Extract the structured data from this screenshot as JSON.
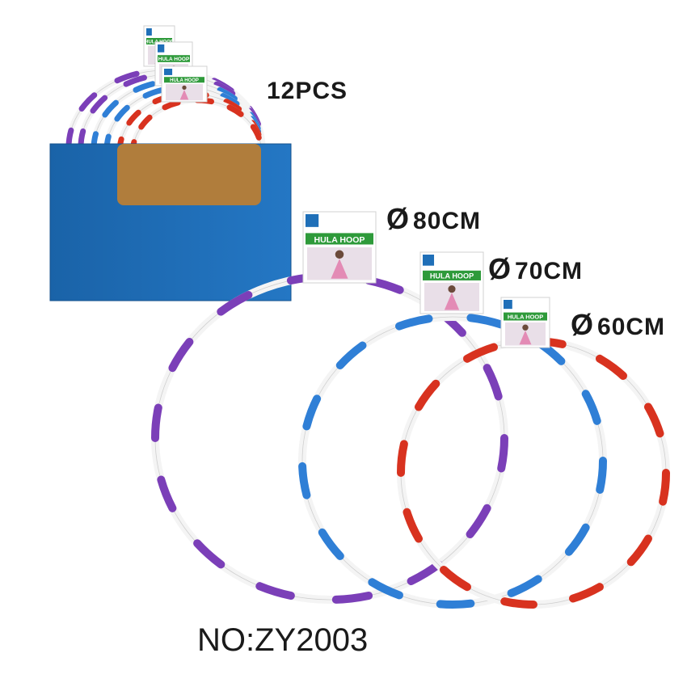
{
  "count_label": "12PCS",
  "model_number": "NO:ZY2003",
  "sizes": [
    {
      "diameter_label": "80CM",
      "stripe_color": "#7b3fb8"
    },
    {
      "diameter_label": "70CM",
      "stripe_color": "#2f7fd6"
    },
    {
      "diameter_label": "60CM",
      "stripe_color": "#d8321f"
    }
  ],
  "diameter_symbol": "Ø",
  "card_text": "HULA HOOP",
  "display_box_color": "#1f6fb8",
  "display_window_color": "#b07d3c"
}
